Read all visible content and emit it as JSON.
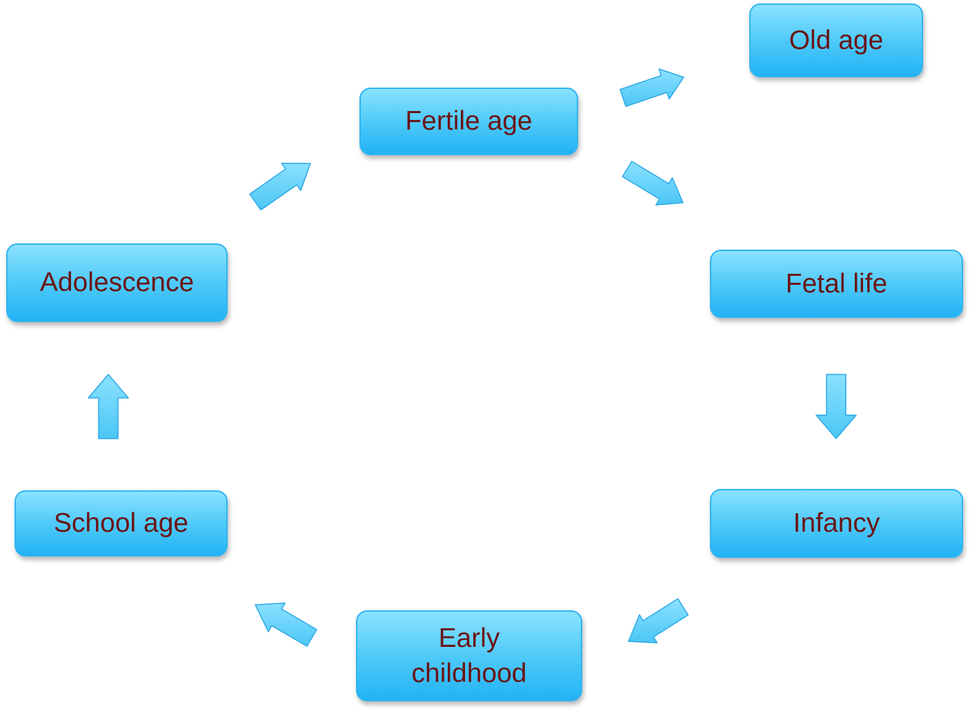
{
  "stages": {
    "old_age": "Old age",
    "fertile_age": "Fertile age",
    "adolescence": "Adolescence",
    "fetal_life": "Fetal life",
    "infancy": "Infancy",
    "school_age": "School age",
    "early_childhood": "Early\nchildhood"
  },
  "arrows": [
    {
      "from": "fertile_age",
      "to": "old_age"
    },
    {
      "from": "fertile_age",
      "to": "fetal_life"
    },
    {
      "from": "fetal_life",
      "to": "infancy"
    },
    {
      "from": "infancy",
      "to": "early_childhood"
    },
    {
      "from": "early_childhood",
      "to": "school_age"
    },
    {
      "from": "school_age",
      "to": "adolescence"
    },
    {
      "from": "adolescence",
      "to": "fertile_age"
    }
  ],
  "colors": {
    "box_top": "#8ae2ff",
    "box_bottom": "#22b3f5",
    "box_border": "#2fb4f0",
    "label_text": "#6b1414",
    "arrow_fill": "#4cc6f6",
    "arrow_stroke": "#2ba8e6"
  }
}
